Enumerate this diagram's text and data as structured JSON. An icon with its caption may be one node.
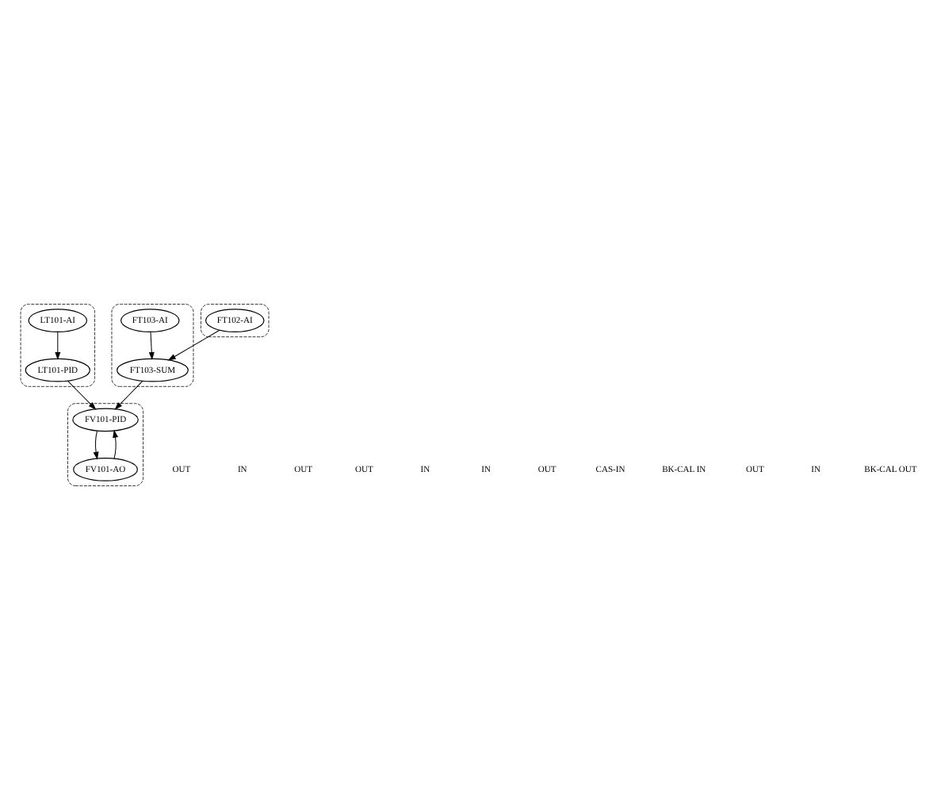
{
  "diagram": {
    "nodes": [
      {
        "text": [],
        "shape": "ellipse"
      },
      {
        "text": [
          "LT101-AI"
        ],
        "in": 0
      },
      {
        "text": [
          "LT101-PID"
        ],
        "in": 0
      },
      {
        "text": [],
        "shape": "ellipse"
      },
      {
        "text": [
          "FT102-AI"
        ],
        "in": 3
      },
      {
        "text": [],
        "shape": "ellipse"
      },
      {
        "text": [
          "FT103-AI"
        ],
        "in": 5
      },
      {
        "text": [
          "FT103-SUM"
        ],
        "in": 5
      },
      {
        "text": [],
        "shape": "ellipse"
      },
      {
        "text": [
          "FV101-PID"
        ],
        "in": 8
      },
      {
        "text": [
          "FV101-AO"
        ],
        "in": 8
      }
    ],
    "edges": [
      {
        "from": 1,
        "to": 2,
        "arrow": "to"
      },
      {
        "from": 4,
        "to": 7,
        "arrow": "to"
      },
      {
        "from": 6,
        "to": 7,
        "arrow": "to"
      },
      {
        "from": 7,
        "to": 9,
        "arrow": "to"
      },
      {
        "from": 2,
        "to": 9,
        "arrow": "to"
      },
      {
        "from": 9,
        "to": 10,
        "arrow": "to"
      },
      {
        "from": 10,
        "to": 9,
        "arrow": "to"
      }
    ],
    "labels": [
      "OUT",
      "IN",
      "OUT",
      "OUT",
      "IN",
      "IN",
      "OUT",
      "CAS-IN",
      "BK-CAL IN",
      "OUT",
      "IN",
      "BK-CAL OUT"
    ]
  }
}
